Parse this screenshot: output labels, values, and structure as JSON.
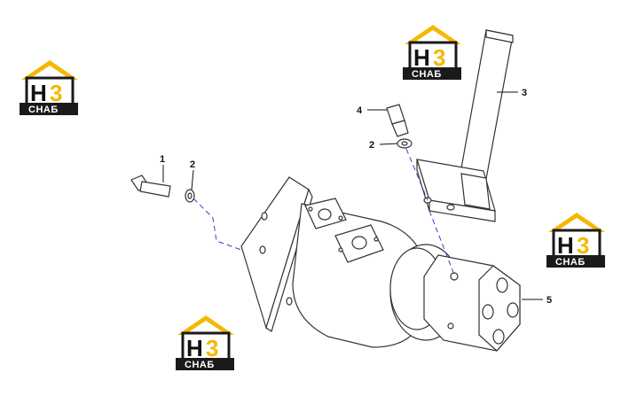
{
  "brand": {
    "h_letter": "H",
    "digit": "3",
    "word": "СНАБ",
    "colors": {
      "roof": "#f5b800",
      "dark": "#1a1a1a",
      "digit": "#f5b800"
    }
  },
  "callouts": [
    {
      "id": "bolt-1",
      "label": "1"
    },
    {
      "id": "washer-1",
      "label": "2"
    },
    {
      "id": "washer-2",
      "label": "2"
    },
    {
      "id": "bolt-2",
      "label": "4"
    },
    {
      "id": "lever",
      "label": "3"
    },
    {
      "id": "housing",
      "label": "5"
    }
  ]
}
